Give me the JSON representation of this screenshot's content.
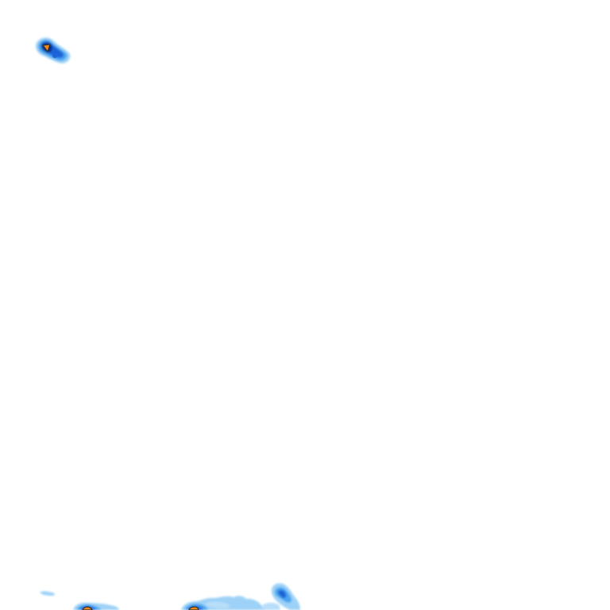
{
  "map": {
    "kind": "precipitation radar overlay tile",
    "background_color": "#ffffff",
    "legend_colors": {
      "light": "#9dd1f7",
      "moderate": "#4aa6f0",
      "heavy": "#1e64d8",
      "very_heavy": "#0a2c8c",
      "extreme_fill": "#f08a1e",
      "extreme_outline": "#333333"
    },
    "cells": [
      {
        "name": "cell-northwest",
        "peak_intensity": "extreme"
      },
      {
        "name": "cell-south-west",
        "peak_intensity": "extreme"
      },
      {
        "name": "cell-south-central",
        "peak_intensity": "extreme"
      },
      {
        "name": "cell-south-east",
        "peak_intensity": "heavy"
      },
      {
        "name": "streak-south-far-west",
        "peak_intensity": "light"
      }
    ]
  }
}
